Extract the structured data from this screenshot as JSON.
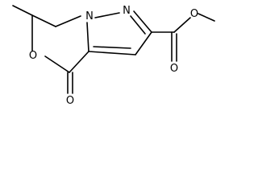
{
  "molecule": {
    "atoms": {
      "ring_oxygen": "O",
      "carbonyl_oxygen": "O",
      "n1": "N",
      "n2": "N",
      "ester_carbonyl_oxygen": "O",
      "ester_oxygen": "O"
    },
    "colors": {
      "bond": "#000000",
      "label": "#000000",
      "background": "#ffffff"
    }
  }
}
